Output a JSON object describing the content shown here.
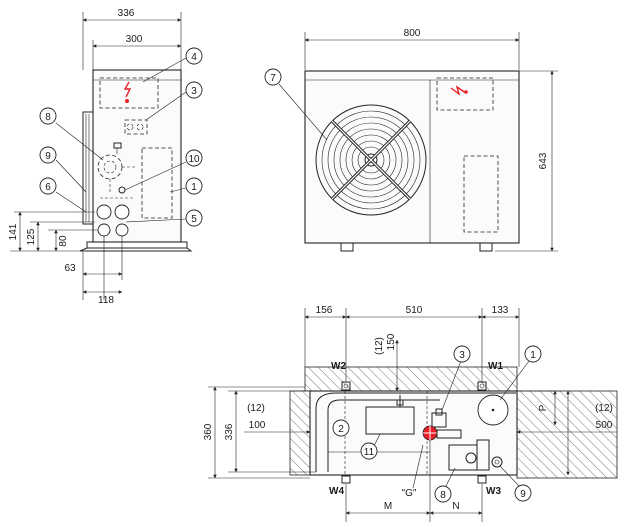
{
  "side_view": {
    "dims": {
      "width_total": "336",
      "width_inner": "300",
      "height_141": "141",
      "height_125": "125",
      "height_80": "80",
      "offset_63": "63",
      "offset_118": "118"
    },
    "callouts": [
      "4",
      "3",
      "8",
      "9",
      "10",
      "6",
      "1",
      "5"
    ]
  },
  "front_view": {
    "dims": {
      "width": "800",
      "height": "643"
    },
    "callouts": [
      "7"
    ]
  },
  "plan_view": {
    "dims": {
      "left": "156",
      "middle": "510",
      "right": "133",
      "top_clear_paren": "(12)",
      "top_clear": "150",
      "left_clear_paren": "(12)",
      "left_clear": "100",
      "right_clear_paren": "(12)",
      "right_clear": "500",
      "depth_outer": "360",
      "depth_inner": "336",
      "m": "M",
      "n": "N",
      "g": "\"G\""
    },
    "feet": {
      "w1": "W1",
      "w2": "W2",
      "w3": "W3",
      "w4": "W4"
    },
    "callouts": [
      "3",
      "1",
      "2",
      "11",
      "8",
      "9"
    ]
  },
  "colors": {
    "accent_red": "#e8202a",
    "line": "#222222",
    "hatch": "#555555"
  },
  "icons": [
    "electrical-warning-icon",
    "fan-guard-icon"
  ]
}
